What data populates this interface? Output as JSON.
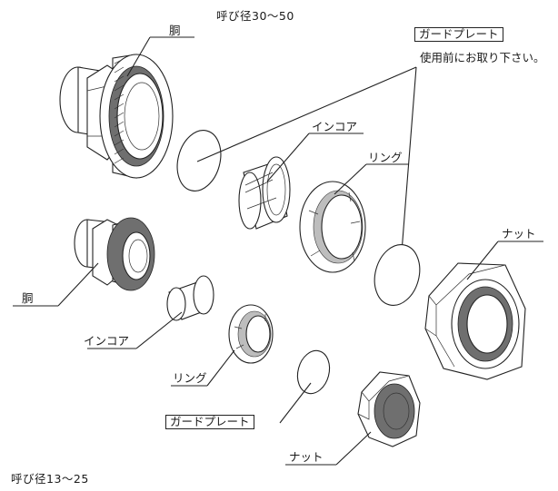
{
  "title_large_size": "呼び径30〜50",
  "title_small_size": "呼び径13〜25",
  "large": {
    "body_label": "胴",
    "guard_plate_label": "ガードプレート",
    "guard_plate_note": "使用前にお取り下さい。",
    "incore_label": "インコア",
    "ring_label": "リング",
    "nut_label": "ナット"
  },
  "small": {
    "body_label": "胴",
    "incore_label": "インコア",
    "ring_label": "リング",
    "guard_plate_label": "ガードプレート",
    "nut_label": "ナット"
  }
}
